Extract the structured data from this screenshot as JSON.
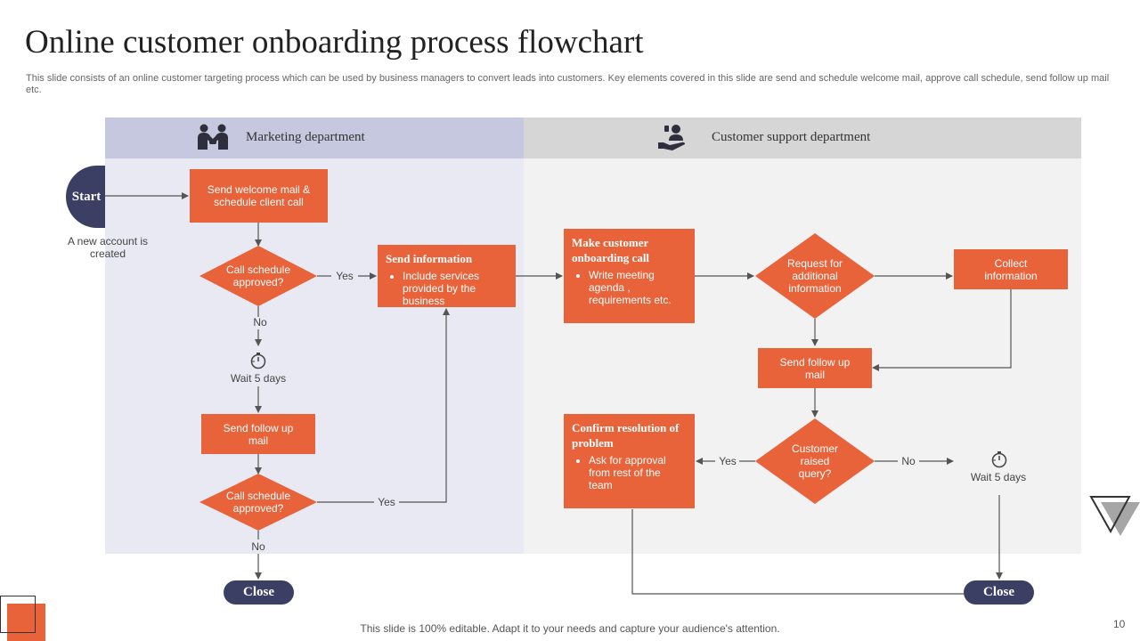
{
  "slide": {
    "title": "Online customer onboarding process flowchart",
    "description": "This slide consists of an online customer targeting process which can be used by business managers to convert leads into customers. Key elements covered in this slide are send and schedule welcome mail, approve call schedule, send follow up mail etc.",
    "footer": "This slide is 100% editable. Adapt it to your needs and capture your audience's attention.",
    "page_number": "10"
  },
  "lanes": {
    "marketing": {
      "label": "Marketing department",
      "icon": "handshake-icon"
    },
    "support": {
      "label": "Customer support department",
      "icon": "hand-with-person-icon"
    }
  },
  "nodes": {
    "start": "Start",
    "start_note": "A new account is created",
    "send_welcome": "Send welcome mail & schedule client call",
    "call_schedule_1": "Call schedule approved?",
    "send_info": {
      "heading": "Send information",
      "bullet": "Include services provided by the business"
    },
    "wait_1": "Wait 5 days",
    "send_followup_1": "Send follow up mail",
    "call_schedule_2": "Call schedule approved?",
    "close_1": "Close",
    "make_call": {
      "heading": "Make customer onboarding call",
      "bullet": "Write meeting agenda , requirements etc."
    },
    "request_info": "Request for additional information",
    "collect_info": "Collect information",
    "send_followup_2": "Send follow up mail",
    "customer_query": "Customer raised query?",
    "confirm": {
      "heading": "Confirm resolution of problem",
      "bullet": "Ask for approval from rest of the team"
    },
    "wait_2": "Wait 5 days",
    "close_2": "Close"
  },
  "edge_labels": {
    "yes_1": "Yes",
    "no_1": "No",
    "yes_2": "Yes",
    "no_2": "No",
    "yes_3": "Yes",
    "no_3": "No"
  },
  "colors": {
    "accent": "#e8623a",
    "navy": "#3b3f63",
    "lane_left": "#c5c8de",
    "lane_right": "#d6d6d6"
  }
}
